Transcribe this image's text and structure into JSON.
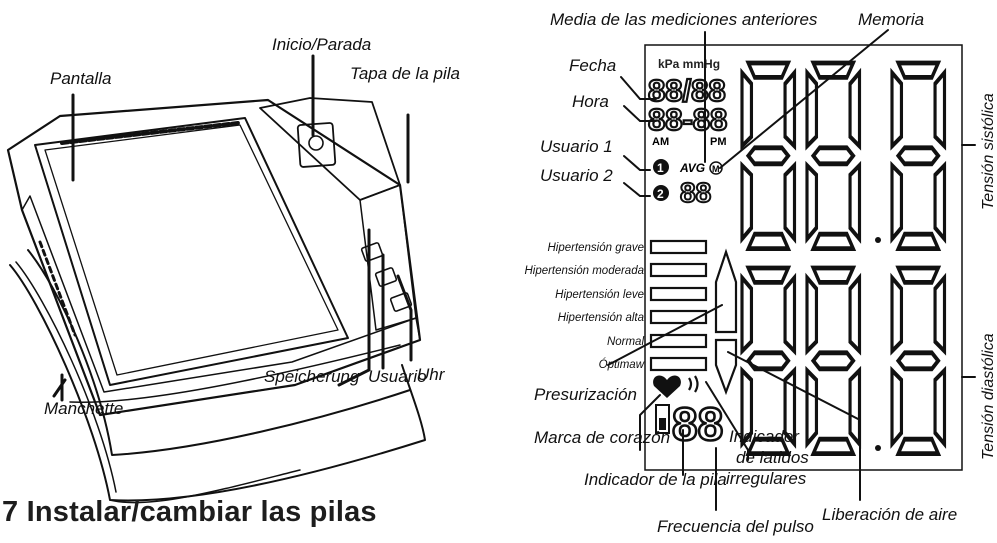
{
  "section_heading": "7 Instalar/cambiar las pilas",
  "device": {
    "labels": {
      "screen": "Pantalla",
      "start_stop": "Inicio/Parada",
      "battery_cover": "Tapa de la pila",
      "cuff": "Manchette",
      "memory_button": "Speicherung",
      "user_button": "Usuario",
      "clock_button": "Uhr"
    }
  },
  "display": {
    "labels": {
      "average": "Media de las mediciones anteriores",
      "memory": "Memoria",
      "date": "Fecha",
      "time": "Hora",
      "user1": "Usuario 1",
      "user2": "Usuario 2",
      "systolic": "Tensión sistólica",
      "diastolic": "Tensión diastólica",
      "pressurization": "Presurización",
      "heart_mark": "Marca de corazón",
      "battery_indicator": "Indicador de la pila",
      "irregular_heartbeat": [
        "Indicador",
        "de latidos",
        "irregulares"
      ],
      "air_release": "Liberación de aire",
      "pulse_rate": "Frecuencia del pulso"
    },
    "scale": [
      "Hipertensión grave",
      "Hipertensión moderada",
      "Hipertensión leve",
      "Hipertensión alta",
      "Normal",
      "Óptimaw"
    ],
    "lcd": {
      "units": "kPa mmHg",
      "date_digits": "88/88",
      "time_digits": "88-88",
      "am": "AM",
      "pm": "PM",
      "avg": "AVG",
      "memory_m": "M",
      "memory_digits": "88",
      "user1_num": "1",
      "user2_num": "2",
      "pulse_digits": "88",
      "big_digit": "8"
    }
  }
}
